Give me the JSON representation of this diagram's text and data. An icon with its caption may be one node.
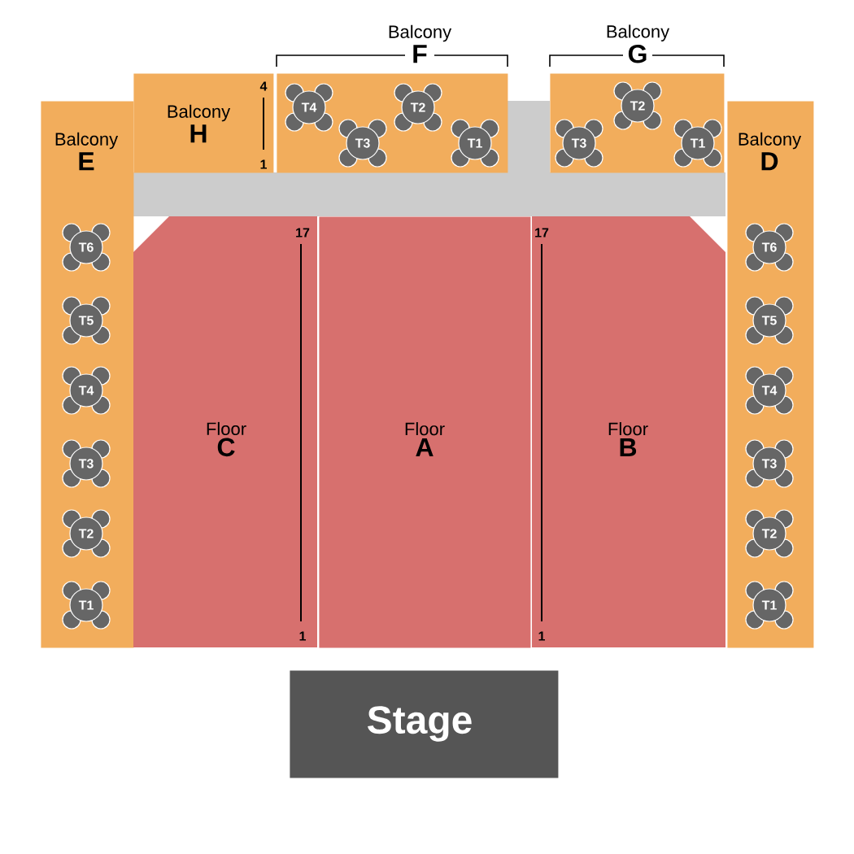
{
  "diagram": {
    "nodes": [
      {
        "text": [
          "Balcony",
          "F"
        ]
      },
      {
        "text": [
          "T4"
        ],
        "in": 0
      },
      {
        "text": [
          "T3"
        ],
        "in": 0
      },
      {
        "text": [
          "T2"
        ],
        "in": 0
      },
      {
        "text": [
          "T1"
        ],
        "in": 0
      },
      {
        "text": [
          "Balcony",
          "G"
        ]
      },
      {
        "text": [
          "T3"
        ],
        "in": 5
      },
      {
        "text": [
          "T2"
        ],
        "in": 5
      },
      {
        "text": [
          "T1"
        ],
        "in": 5
      },
      {
        "text": [
          "Balcony",
          "H"
        ]
      },
      {
        "text": [
          "Balcony",
          "E"
        ]
      },
      {
        "text": [
          "T6"
        ],
        "in": 10
      },
      {
        "text": [
          "T5"
        ],
        "in": 10
      },
      {
        "text": [
          "T4"
        ],
        "in": 10
      },
      {
        "text": [
          "T3"
        ],
        "in": 10
      },
      {
        "text": [
          "T2"
        ],
        "in": 10
      },
      {
        "text": [
          "T1"
        ],
        "in": 10
      },
      {
        "text": [
          "Balcony",
          "D"
        ]
      },
      {
        "text": [
          "T6"
        ],
        "in": 17
      },
      {
        "text": [
          "T5"
        ],
        "in": 17
      },
      {
        "text": [
          "T4"
        ],
        "in": 17
      },
      {
        "text": [
          "T3"
        ],
        "in": 17
      },
      {
        "text": [
          "T2"
        ],
        "in": 17
      },
      {
        "text": [
          "T1"
        ],
        "in": 17
      },
      {
        "text": [
          "Floor",
          "C"
        ]
      },
      {
        "text": [
          "Floor",
          "A"
        ]
      },
      {
        "text": [
          "Floor",
          "B"
        ]
      },
      {
        "text": [
          "Stage"
        ]
      }
    ],
    "labels": [
      "4",
      "1",
      "17",
      "17",
      "1",
      "1"
    ]
  }
}
